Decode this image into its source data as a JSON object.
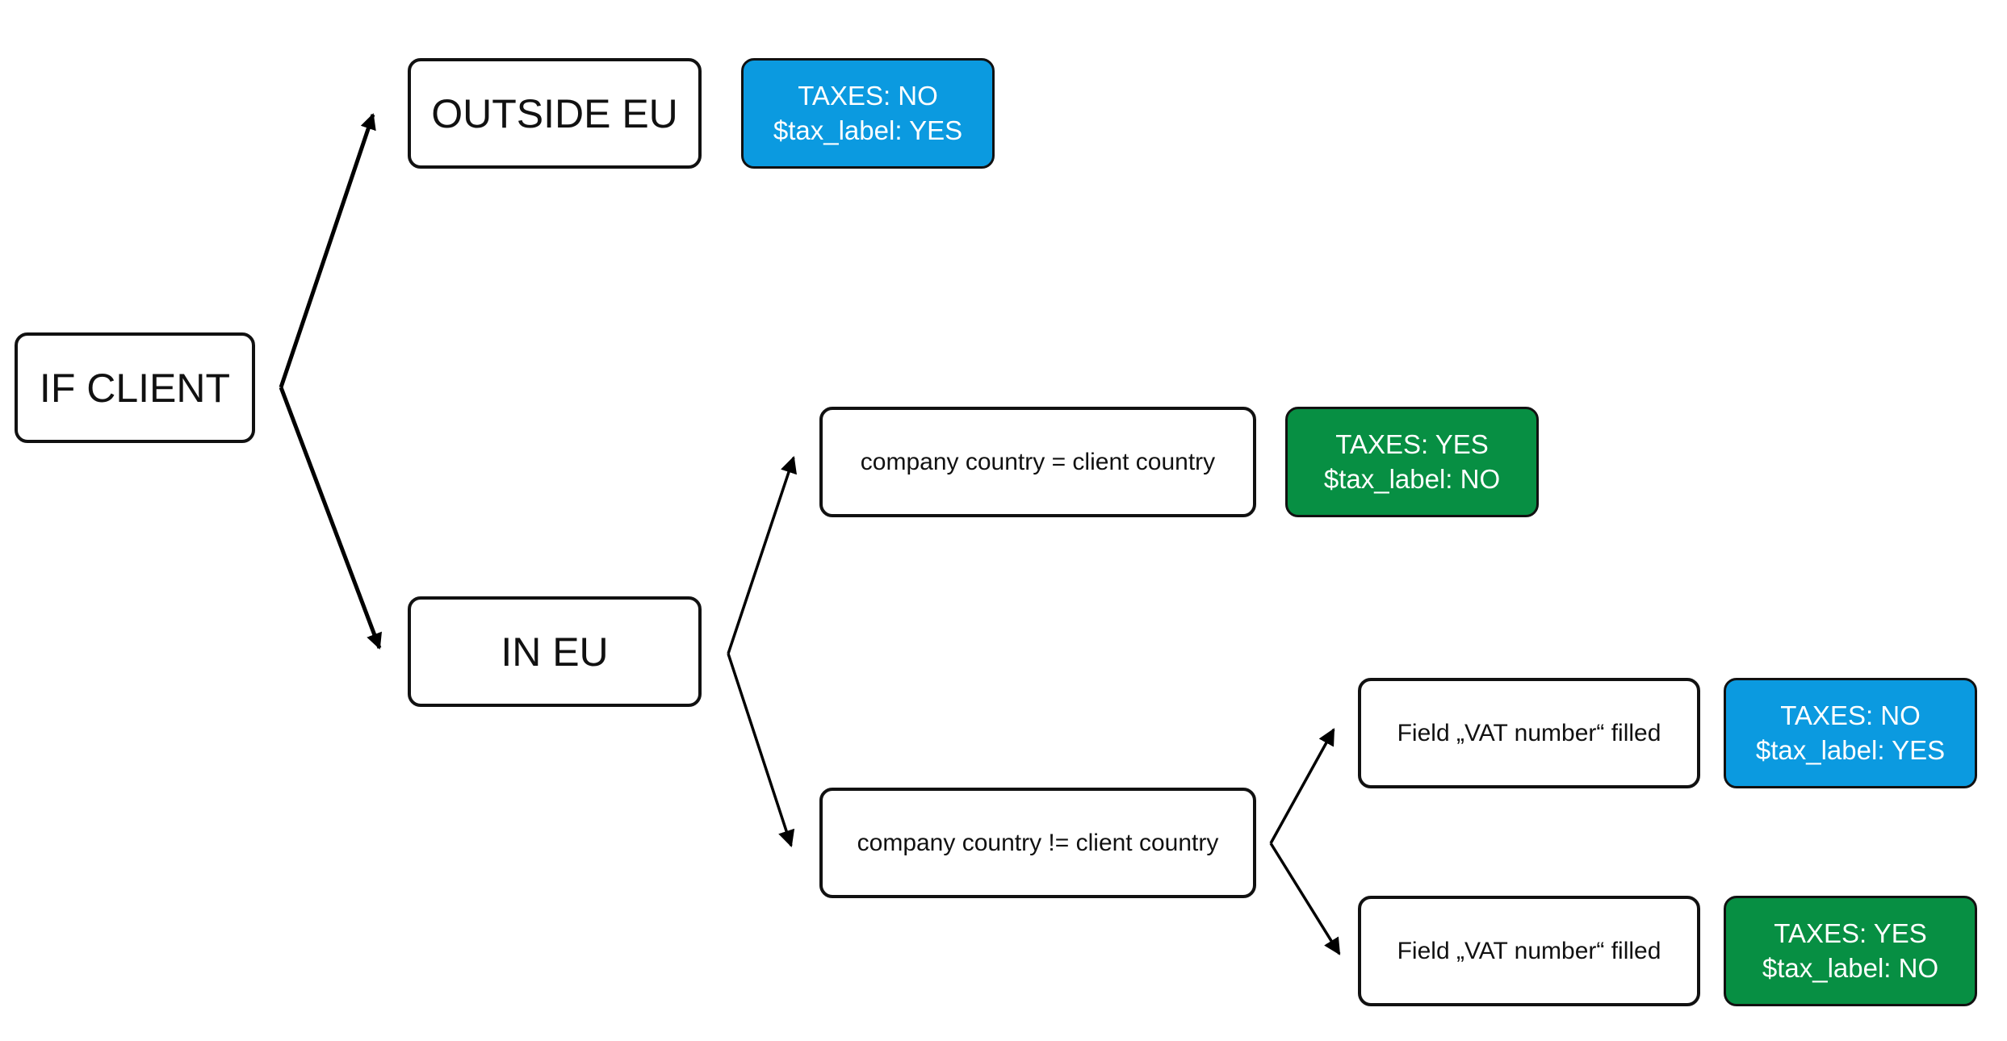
{
  "nodes": {
    "if_client": "IF CLIENT",
    "outside_eu": "OUTSIDE EU",
    "in_eu": "IN EU",
    "same_country": "company country = client country",
    "diff_country": "company country != client country",
    "vat_filled_1": "Field „VAT number“ filled",
    "vat_filled_2": "Field „VAT number“ filled"
  },
  "results": {
    "outside_eu": {
      "taxes": "TAXES: NO",
      "tax_label": "$tax_label: YES",
      "color": "#0b9ae0"
    },
    "same_country": {
      "taxes": "TAXES: YES",
      "tax_label": "$tax_label: NO",
      "color": "#078f43"
    },
    "vat_filled_1": {
      "taxes": "TAXES: NO",
      "tax_label": "$tax_label: YES",
      "color": "#0b9ae0"
    },
    "vat_filled_2": {
      "taxes": "TAXES: YES",
      "tax_label": "$tax_label: NO",
      "color": "#078f43"
    }
  }
}
